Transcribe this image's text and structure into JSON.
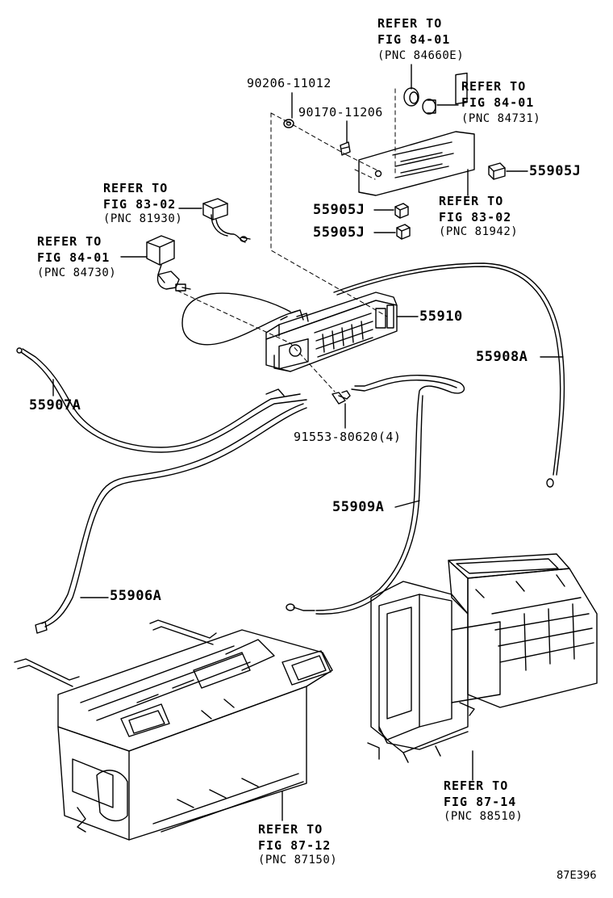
{
  "refs": {
    "r84660e": {
      "line1": "REFER TO",
      "line2": "FIG 84-01",
      "pnc": "(PNC 84660E)"
    },
    "r84731": {
      "line1": "REFER TO",
      "line2": "FIG 84-01",
      "pnc": "(PNC 84731)"
    },
    "r81930": {
      "line1": "REFER TO",
      "line2": "FIG 83-02",
      "pnc": "(PNC 81930)"
    },
    "r84730": {
      "line1": "REFER TO",
      "line2": "FIG 84-01",
      "pnc": "(PNC 84730)"
    },
    "r81942": {
      "line1": "REFER TO",
      "line2": "FIG 83-02",
      "pnc": "(PNC 81942)"
    },
    "r88510": {
      "line1": "REFER TO",
      "line2": "FIG 87-14",
      "pnc": "(PNC 88510)"
    },
    "r87150": {
      "line1": "REFER TO",
      "line2": "FIG 87-12",
      "pnc": "(PNC 87150)"
    }
  },
  "parts": {
    "p90206": "90206-11012",
    "p90170": "90170-11206",
    "p55905j_a": "55905J",
    "p55905j_b": "55905J",
    "p55905j_c": "55905J",
    "p55910": "55910",
    "p55908a": "55908A",
    "p55907a": "55907A",
    "p91553": "91553-80620(4)",
    "p55909a": "55909A",
    "p55906a": "55906A"
  },
  "figure_code": "87E396"
}
